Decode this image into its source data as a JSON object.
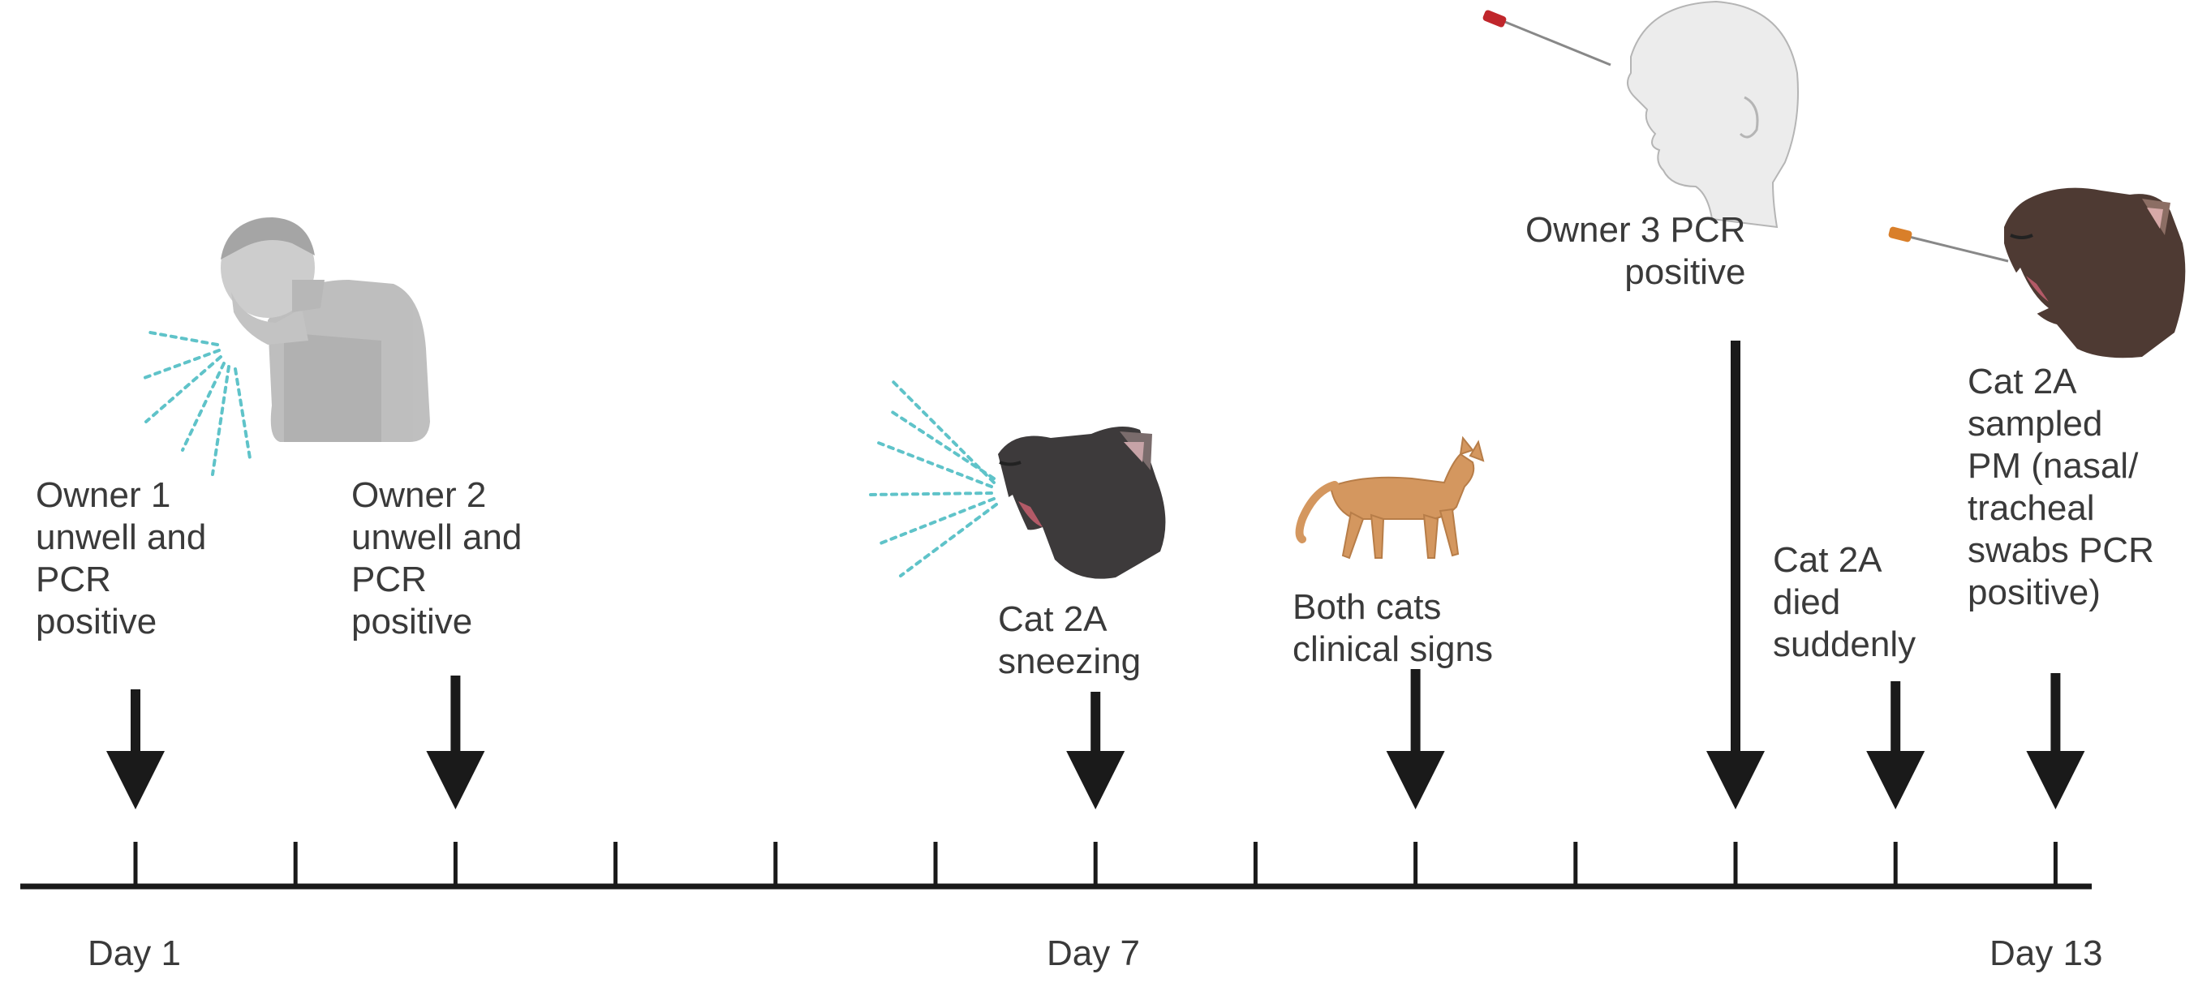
{
  "timeline": {
    "tick_count": 13,
    "day_labels": [
      {
        "day": 1,
        "text": "Day 1"
      },
      {
        "day": 7,
        "text": "Day 7"
      },
      {
        "day": 13,
        "text": "Day 13"
      }
    ]
  },
  "events": [
    {
      "day": 1,
      "lines": [
        "Owner 1",
        "unwell and",
        "PCR",
        "positive"
      ],
      "icon": "coughing-person-icon"
    },
    {
      "day": 3,
      "lines": [
        "Owner 2",
        "unwell and",
        "PCR",
        "positive"
      ],
      "icon": ""
    },
    {
      "day": 7,
      "lines": [
        "Cat 2A",
        "sneezing"
      ],
      "icon": "sneezing-cat-icon"
    },
    {
      "day": 9,
      "lines": [
        "Both cats",
        "clinical signs"
      ],
      "icon": "walking-cat-icon"
    },
    {
      "day": 11,
      "lines": [
        "Owner 3 PCR",
        "positive"
      ],
      "icon": "nasal-swab-person-icon"
    },
    {
      "day": 12,
      "lines": [
        "Cat 2A",
        "died",
        "suddenly"
      ],
      "icon": ""
    },
    {
      "day": 13,
      "lines": [
        "Cat 2A",
        "sampled",
        "PM (nasal/",
        "tracheal",
        "swabs PCR",
        "positive)"
      ],
      "icon": "swabbed-cat-icon"
    }
  ],
  "colors": {
    "axis": "#1a1a1a",
    "text": "#3a3a3a",
    "spray": "#5fc3c9",
    "cat_dark": "#3d3a3b",
    "cat_brown": "#4e3a33",
    "cat_orange": "#d4975f",
    "swab_red": "#c0262b",
    "swab_orange": "#d97f2a"
  }
}
